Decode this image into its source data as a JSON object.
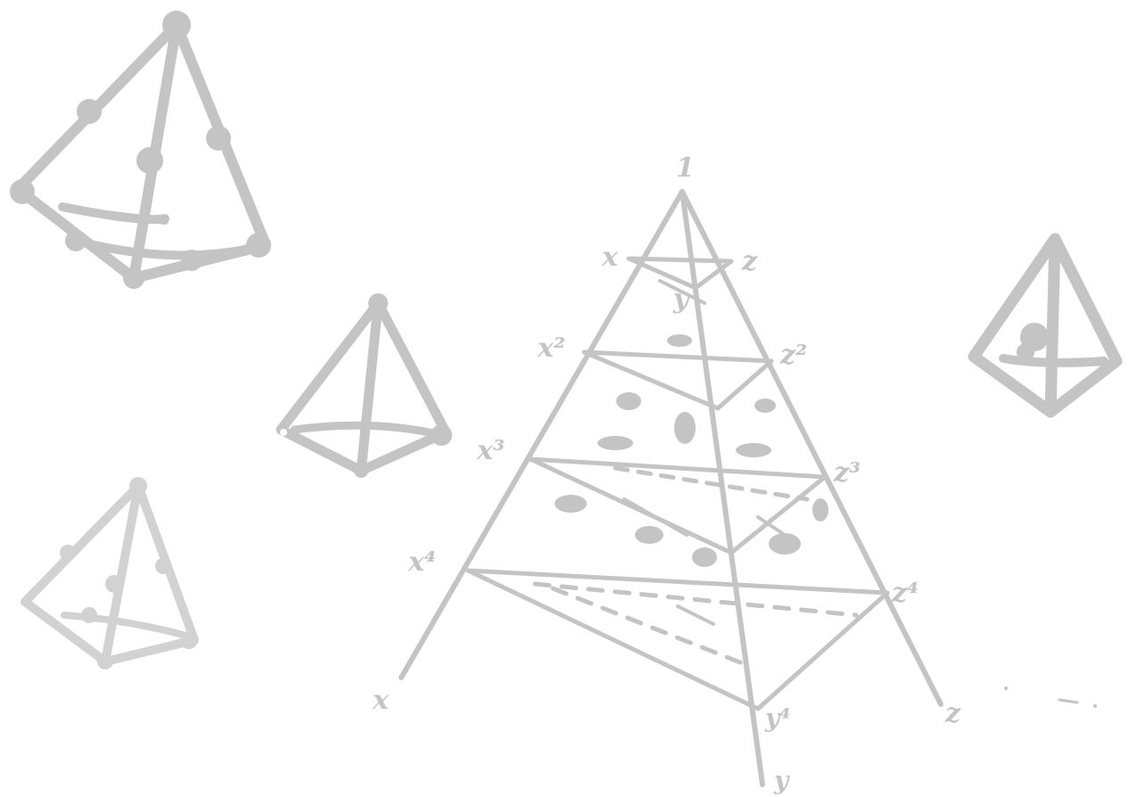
{
  "colors": {
    "background": "#ffffff",
    "ink": "#c4c4c4"
  },
  "main_pyramid": {
    "apex_label": "1",
    "left_edge_labels": [
      "x",
      "x²",
      "x³",
      "x⁴",
      "x"
    ],
    "right_edge_labels": [
      "z",
      "z²",
      "z³",
      "z⁴",
      "z"
    ],
    "center_labels": [
      "y",
      "y⁴",
      "y"
    ]
  },
  "small_figures": [
    {
      "name": "tetrahedron-top-left"
    },
    {
      "name": "tetrahedron-middle-left"
    },
    {
      "name": "tetrahedron-bottom-left"
    },
    {
      "name": "tetrahedron-right"
    }
  ]
}
